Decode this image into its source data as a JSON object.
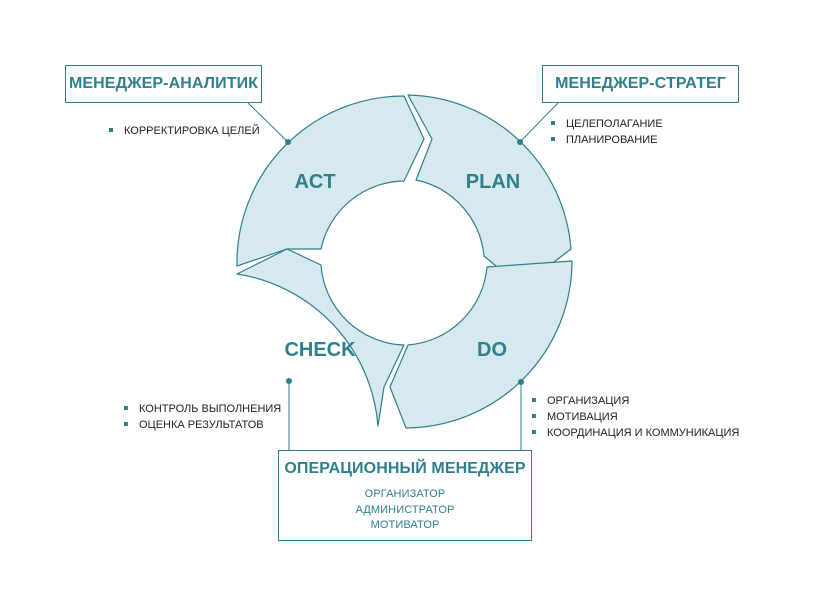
{
  "phases": {
    "act": "ACT",
    "plan": "PLAN",
    "check": "CHECK",
    "do": "DO"
  },
  "roles": {
    "analyst": {
      "title": "МЕНЕДЖЕР-АНАЛИТИК",
      "items": [
        "КОРРЕКТИРОВКА  ЦЕЛЕЙ"
      ]
    },
    "strategist": {
      "title": "МЕНЕДЖЕР-СТРАТЕГ",
      "items": [
        "ЦЕЛЕПОЛАГАНИЕ",
        "ПЛАНИРОВАНИЕ"
      ]
    },
    "check_items": [
      "КОНТРОЛЬ ВЫПОЛНЕНИЯ",
      "ОЦЕНКА РЕЗУЛЬТАТОВ"
    ],
    "do_items": [
      "ОРГАНИЗАЦИЯ",
      "МОТИВАЦИЯ",
      "КООРДИНАЦИЯ  И КОММУНИКАЦИЯ"
    ],
    "operational": {
      "title": "ОПЕРАЦИОННЫЙ МЕНЕДЖЕР",
      "subroles": [
        "ОРГАНИЗАТОР",
        "АДМИНИСТРАТОР",
        "МОТИВАТОР"
      ]
    }
  },
  "colors": {
    "accent": "#2f7f8c",
    "segment_fill": "#d6e9ef"
  }
}
